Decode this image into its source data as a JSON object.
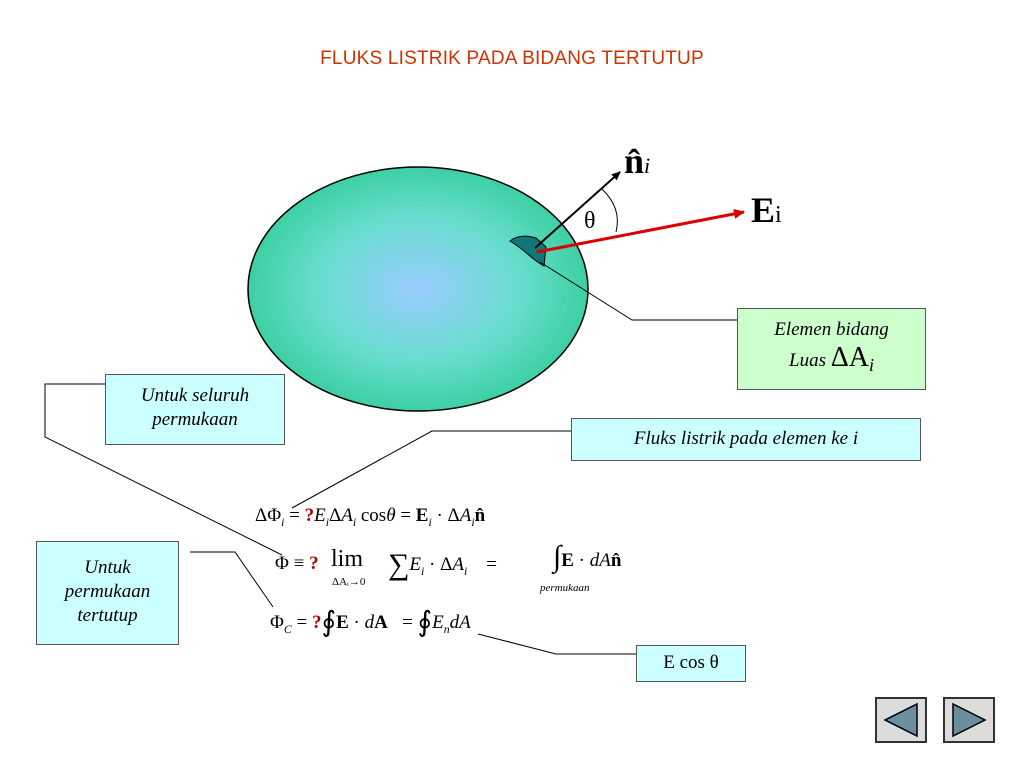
{
  "title": "FLUKS LISTRIK PADA BIDANG TERTUTUP",
  "labels": {
    "normal_symbol": "n̂",
    "normal_sub": "i",
    "theta": "θ",
    "field_symbol": "E",
    "field_sub": "i"
  },
  "boxes": {
    "element_line1": "Elemen bidang",
    "element_line2": "Luas",
    "element_symbol": "ΔA",
    "element_sub": "i",
    "whole_surface": "Untuk seluruh permukaan",
    "flux_element": "Fluks listrik pada elemen ke i",
    "closed_surface": "Untuk permukaan tertutup",
    "e_cos_theta": "E cos θ"
  },
  "equations": {
    "unknown_mark": "?",
    "permukaan": "permukaan",
    "lim_sub": "ΔAᵢ→0"
  },
  "nav": {
    "prev": "previous",
    "next": "next"
  },
  "colors": {
    "title": "#cc3300",
    "arrow": "#dd0000",
    "sphere_center": "#99ccff",
    "sphere_edge": "#33cc99",
    "patch": "#117777",
    "box_cyan": "#ccffff",
    "box_green": "#ccffcc",
    "question": "#b00000"
  }
}
